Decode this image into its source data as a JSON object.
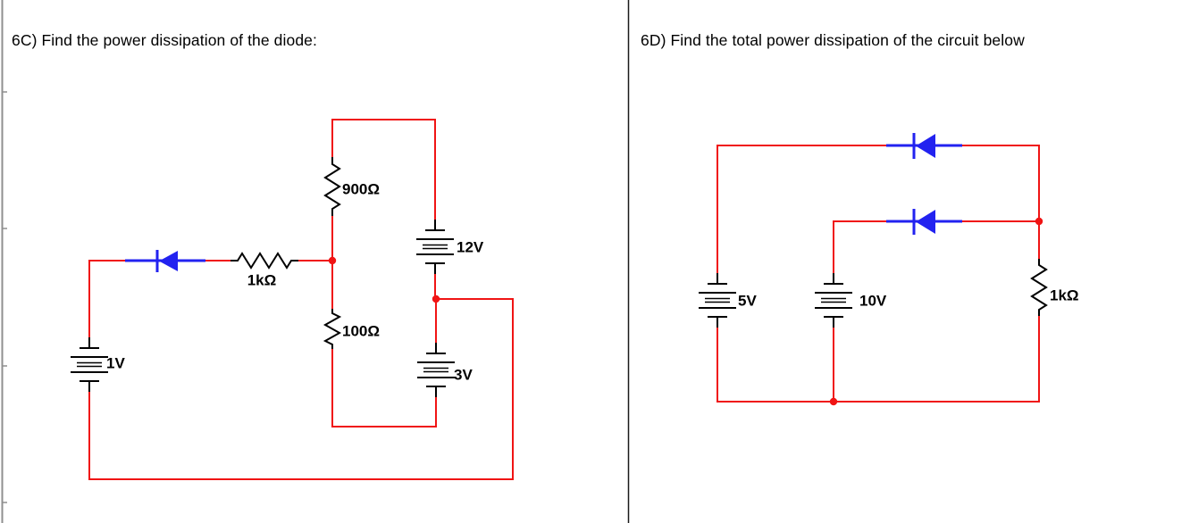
{
  "panel_6c": {
    "title": "6C) Find the power dissipation of the diode:",
    "labels": {
      "r900": "900Ω",
      "r1k": "1kΩ",
      "r100": "100Ω",
      "v12": "12V",
      "v3": "3V",
      "v1": "1V"
    }
  },
  "panel_6d": {
    "title": "6D) Find the total power dissipation of the circuit below",
    "labels": {
      "v5": "5V",
      "v10": "10V",
      "r1k": "1kΩ"
    }
  },
  "colors": {
    "wire": "#f01414",
    "diode": "#2222f0",
    "component": "#000000",
    "junction": "#f01414",
    "divider": "#1a1a1a",
    "page_edge": "#8f8f8f"
  }
}
